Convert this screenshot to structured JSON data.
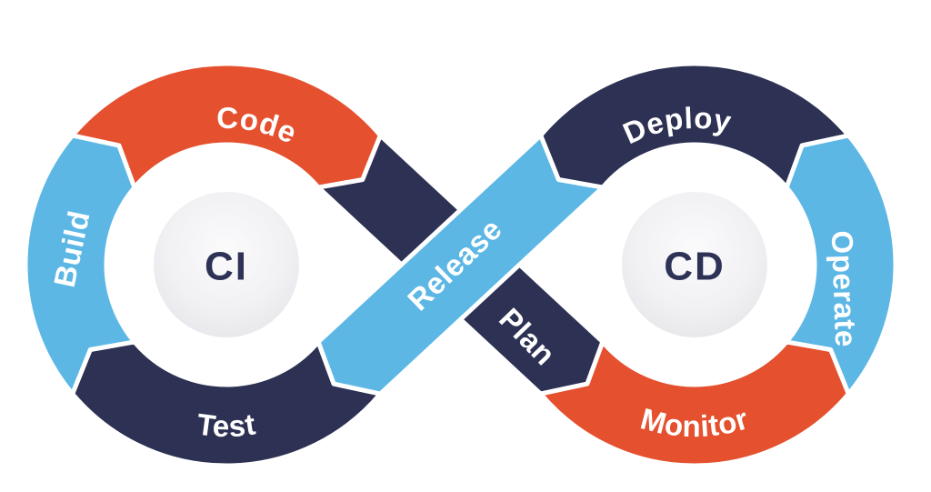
{
  "diagram": {
    "name": "ci-cd-devops-infinity-loop",
    "left_loop": {
      "center_label": "CI",
      "segments": {
        "build": "Build",
        "code": "Code",
        "test": "Test"
      }
    },
    "right_loop": {
      "center_label": "CD",
      "segments": {
        "deploy": "Deploy",
        "operate": "Operate",
        "monitor": "Monitor"
      }
    },
    "connectors": {
      "release": "Release",
      "plan": "Plan"
    },
    "colors": {
      "orange": "#E5502F",
      "light_blue": "#5CB7E5",
      "navy": "#2D3153",
      "center_text": "#2E3256",
      "label_text": "#FFFFFF",
      "background": "#FFFFFF"
    }
  }
}
